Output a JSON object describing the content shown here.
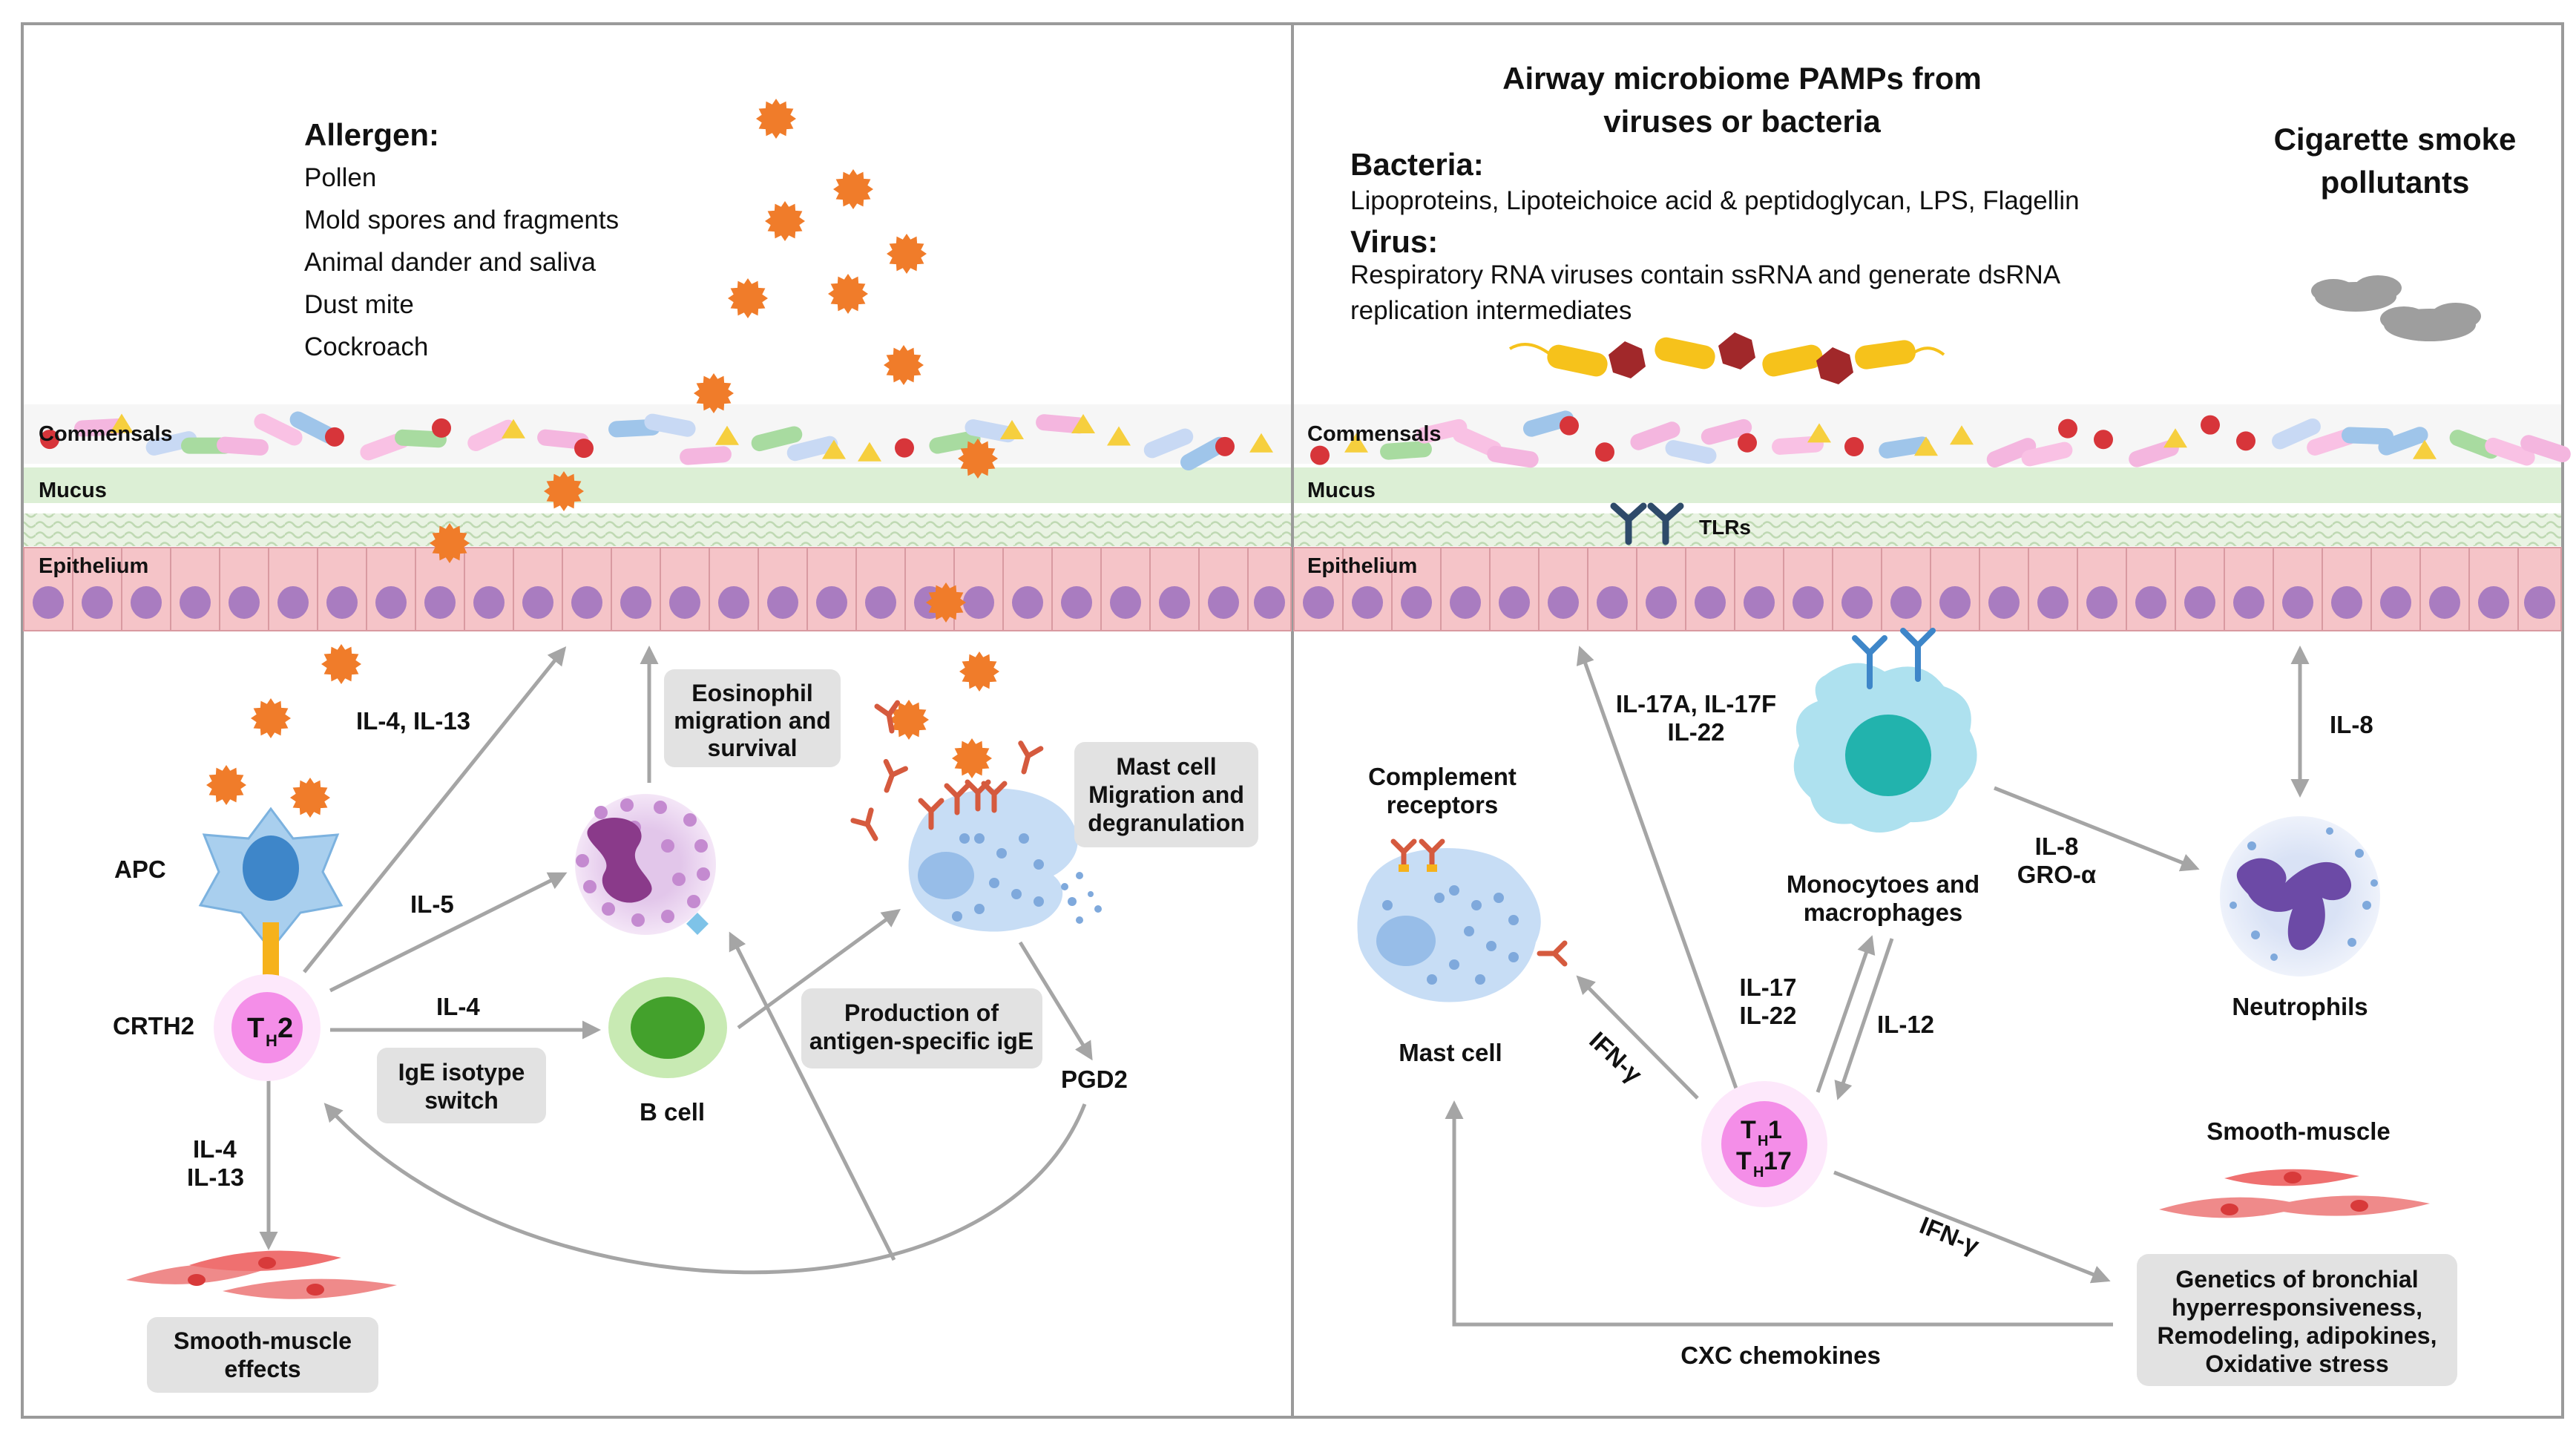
{
  "left_panel": {
    "allergen": {
      "heading": "Allergen:",
      "items": [
        "Pollen",
        "Mold spores and fragments",
        "Animal dander and saliva",
        "Dust mite",
        "Cockroach"
      ]
    },
    "layers": {
      "commensals": "Commensals",
      "mucus": "Mucus",
      "epithelium": "Epithelium"
    },
    "cells": {
      "apc": "APC",
      "crth2": "CRTH2",
      "th2_main": "T",
      "th2_sub": "H",
      "th2_suffix": "2",
      "b_cell": "B cell",
      "pgd2": "PGD2"
    },
    "arrow_labels": {
      "il4_il13_top": "IL-4, IL-13",
      "il5": "IL-5",
      "il4": "IL-4",
      "il4_bottom": "IL-4",
      "il13_bottom": "IL-13"
    },
    "boxes": {
      "eosinophil": [
        "Eosinophil",
        "migration and",
        "survival"
      ],
      "mast_cell": [
        "Mast cell",
        "Migration and",
        "degranulation"
      ],
      "ige_switch": [
        "IgE isotype",
        "switch"
      ],
      "production": [
        "Production of",
        "antigen-specific igE"
      ],
      "smooth_muscle": [
        "Smooth-muscle",
        "effects"
      ]
    }
  },
  "right_panel": {
    "pamps_title": [
      "Airway microbiome PAMPs from",
      "viruses or bacteria"
    ],
    "bacteria_heading": "Bacteria:",
    "bacteria_text": "Lipoproteins, Lipoteichoice acid & peptidoglycan, LPS, Flagellin",
    "virus_heading": "Virus:",
    "virus_text": [
      "Respiratory RNA viruses contain ssRNA and generate dsRNA",
      "replication intermediates"
    ],
    "smoke_title": [
      "Cigarette smoke",
      "pollutants"
    ],
    "layers": {
      "commensals": "Commensals",
      "mucus": "Mucus",
      "epithelium": "Epithelium"
    },
    "tlrs": "TLRs",
    "cells": {
      "complement": [
        "Complement",
        "receptors"
      ],
      "mast_cell": "Mast cell",
      "monocytes": [
        "Monocytoes and",
        "macrophages"
      ],
      "neutrophils": "Neutrophils",
      "th1_main": "T",
      "th1_sub": "H",
      "th1_suffix": "1",
      "th17_main": "T",
      "th17_sub": "H",
      "th17_suffix": "17",
      "smooth_muscle": "Smooth-muscle"
    },
    "arrow_labels": {
      "il17a": [
        "IL-17A, IL-17F",
        "IL-22"
      ],
      "il8_top": "IL-8",
      "il8_gro": [
        "IL-8",
        "GRO-α"
      ],
      "il17_il22": [
        "IL-17",
        "IL-22"
      ],
      "il12": "IL-12",
      "ifn_left": "IFN-γ",
      "ifn_right": "IFN-γ",
      "cxc": "CXC chemokines"
    },
    "boxes": {
      "genetics": [
        "Genetics of bronchial",
        "hyperresponsiveness,",
        "Remodeling, adipokines,",
        "Oxidative stress"
      ]
    }
  },
  "colors": {
    "allergen": "#f07c2a",
    "epithelium_cell": "#f5c4c8",
    "nucleus": "#a97cc0",
    "mucus": "#dcefd5",
    "arrow": "#a5a5a5",
    "box": "#e2e2e2",
    "th_cell": "#f07fe2",
    "smooth_muscle": "#ef5a5a"
  }
}
